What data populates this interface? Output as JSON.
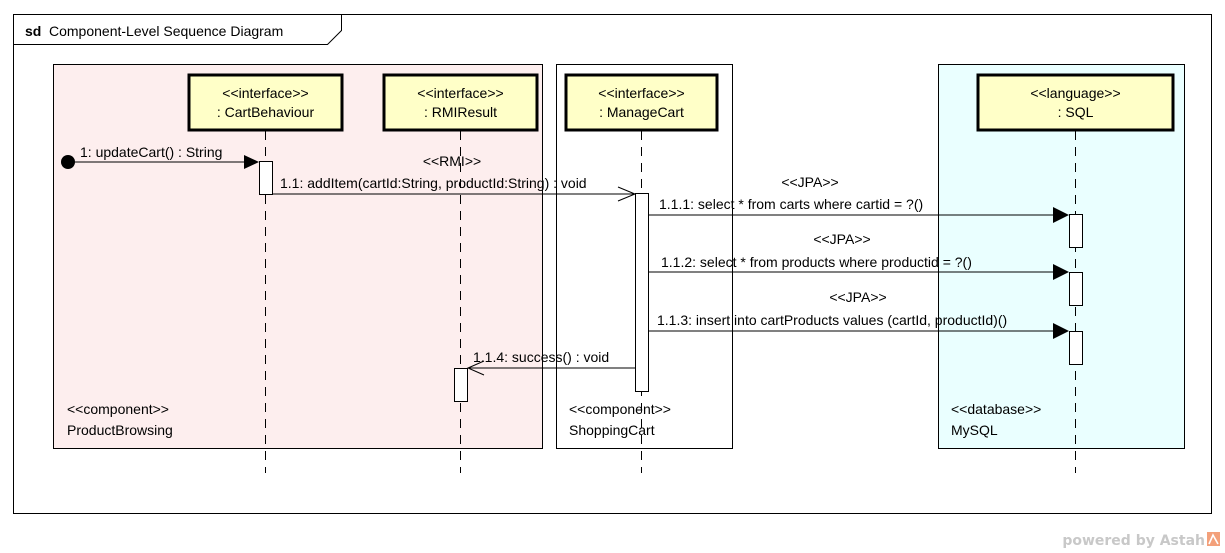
{
  "frame": {
    "keyword": "sd",
    "title": "Component-Level Sequence Diagram"
  },
  "components": {
    "product_browsing": {
      "stereotype": "<<component>>",
      "name": "ProductBrowsing",
      "fill": "#fdeeee"
    },
    "shopping_cart": {
      "stereotype": "<<component>>",
      "name": "ShoppingCart",
      "fill": "#ffffff"
    },
    "mysql": {
      "stereotype": "<<database>>",
      "name": "MySQL",
      "fill": "#eaffff"
    }
  },
  "lifelines": {
    "cart_behaviour": {
      "stereotype": "<<interface>>",
      "name": ": CartBehaviour"
    },
    "rmi_result": {
      "stereotype": "<<interface>>",
      "name": ": RMIResult"
    },
    "manage_cart": {
      "stereotype": "<<interface>>",
      "name": ": ManageCart"
    },
    "sql": {
      "stereotype": "<<language>>",
      "name": ": SQL"
    }
  },
  "messages": {
    "m1": {
      "label": "1: updateCart() : String"
    },
    "m1_1": {
      "stereotype": "<<RMI>>",
      "label": "1.1: addItem(cartId:String, productId:String) : void"
    },
    "m1_1_1": {
      "stereotype": "<<JPA>>",
      "label": "1.1.1: select * from carts where cartid = ?()"
    },
    "m1_1_2": {
      "stereotype": "<<JPA>>",
      "label": "1.1.2: select * from products where productid = ?()"
    },
    "m1_1_3": {
      "stereotype": "<<JPA>>",
      "label": "1.1.3: insert into cartProducts values (cartId, productId)()"
    },
    "m1_1_4": {
      "label": "1.1.4: success() : void"
    }
  },
  "watermark": {
    "prefix": "powered by ",
    "brand": "Astah"
  },
  "colors": {
    "lifeline_head": "#ffffc8",
    "watermark_icon": "#f3a07a"
  }
}
